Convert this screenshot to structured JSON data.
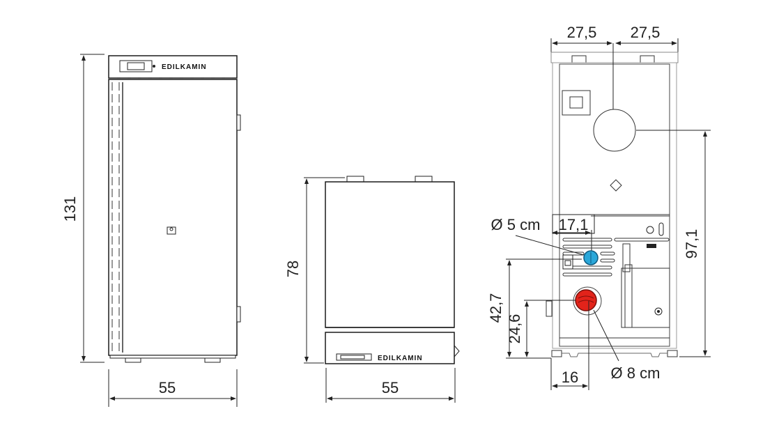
{
  "drawing": {
    "brand": "EDILKAMIN",
    "front_view": {
      "height_label": "131",
      "width_label": "55"
    },
    "side_view": {
      "height_label": "78",
      "width_label": "55"
    },
    "rear_view": {
      "top_left_label": "27,5",
      "top_right_label": "27,5",
      "flue_height_label": "97,1",
      "air_inlet_offset_label": "17,1",
      "air_inlet_diameter_label": "Ø 5 cm",
      "air_inlet_height_label": "42,7",
      "flue_outlet_height_label": "24,6",
      "flue_outlet_offset_label": "16",
      "flue_outlet_diameter_label": "Ø 8 cm"
    },
    "colors": {
      "air_inlet": "#2aa7d9",
      "flue_outlet": "#e2231a",
      "line": "#222222"
    }
  }
}
